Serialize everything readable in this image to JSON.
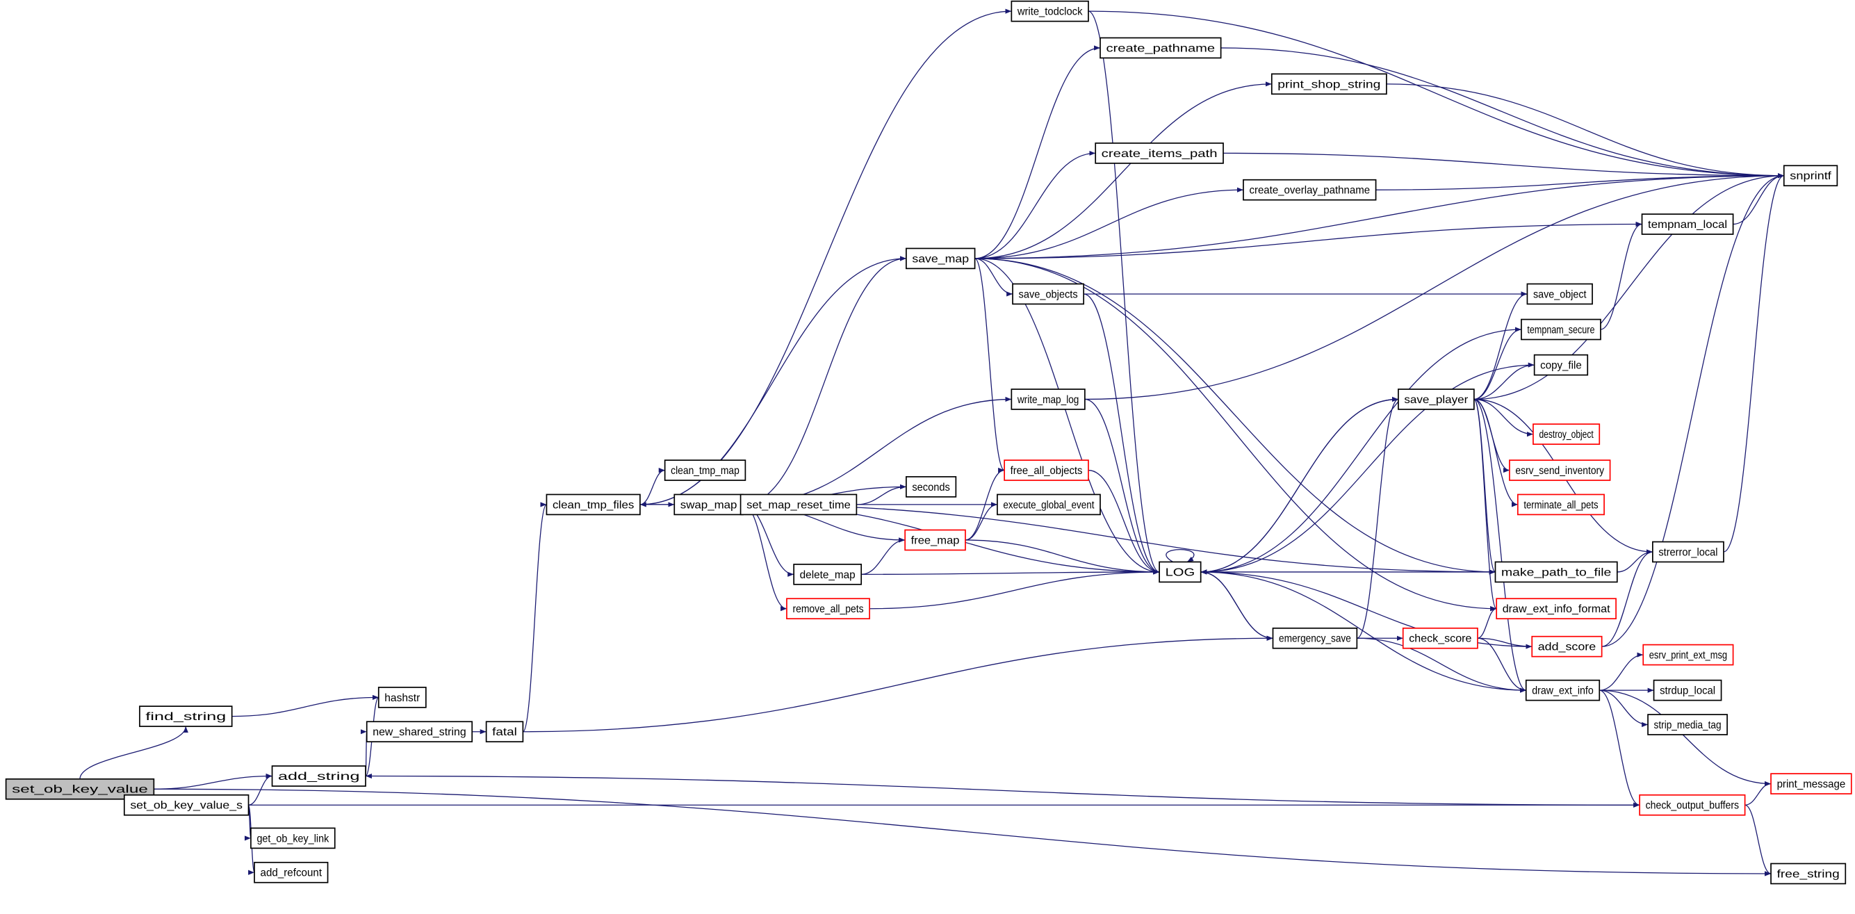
{
  "graph": {
    "title": "Call graph of set_ob_key_value",
    "colors": {
      "edge": "#191970",
      "root_fill": "#bfbfbf",
      "node_border": "#000000",
      "truncated_border": "#ff0000"
    },
    "root": "set_ob_key_value",
    "nodes": [
      {
        "id": "set_ob_key_value",
        "label": "set_ob_key_value",
        "root": true
      },
      {
        "id": "find_string",
        "label": "find_string"
      },
      {
        "id": "add_string",
        "label": "add_string"
      },
      {
        "id": "set_ob_key_value_s",
        "label": "set_ob_key_value_s"
      },
      {
        "id": "get_ob_key_link",
        "label": "get_ob_key_link"
      },
      {
        "id": "add_refcount",
        "label": "add_refcount"
      },
      {
        "id": "hashstr",
        "label": "hashstr"
      },
      {
        "id": "new_shared_string",
        "label": "new_shared_string"
      },
      {
        "id": "fatal",
        "label": "fatal"
      },
      {
        "id": "clean_tmp_files",
        "label": "clean_tmp_files"
      },
      {
        "id": "clean_tmp_map",
        "label": "clean_tmp_map"
      },
      {
        "id": "swap_map",
        "label": "swap_map"
      },
      {
        "id": "save_map",
        "label": "save_map"
      },
      {
        "id": "write_todclock",
        "label": "write_todclock"
      },
      {
        "id": "create_pathname",
        "label": "create_pathname"
      },
      {
        "id": "print_shop_string",
        "label": "print_shop_string"
      },
      {
        "id": "create_items_path",
        "label": "create_items_path"
      },
      {
        "id": "create_overlay_pathname",
        "label": "create_overlay_pathname"
      },
      {
        "id": "save_objects",
        "label": "save_objects"
      },
      {
        "id": "write_map_log",
        "label": "write_map_log"
      },
      {
        "id": "seconds",
        "label": "seconds"
      },
      {
        "id": "set_map_reset_time",
        "label": "set_map_reset_time"
      },
      {
        "id": "free_all_objects",
        "label": "free_all_objects",
        "truncated": true
      },
      {
        "id": "execute_global_event",
        "label": "execute_global_event"
      },
      {
        "id": "free_map",
        "label": "free_map",
        "truncated": true
      },
      {
        "id": "delete_map",
        "label": "delete_map"
      },
      {
        "id": "remove_all_pets",
        "label": "remove_all_pets",
        "truncated": true
      },
      {
        "id": "LOG",
        "label": "LOG"
      },
      {
        "id": "emergency_save",
        "label": "emergency_save"
      },
      {
        "id": "check_score",
        "label": "check_score",
        "truncated": true
      },
      {
        "id": "draw_ext_info",
        "label": "draw_ext_info"
      },
      {
        "id": "save_player",
        "label": "save_player"
      },
      {
        "id": "save_object",
        "label": "save_object"
      },
      {
        "id": "tempnam_secure",
        "label": "tempnam_secure"
      },
      {
        "id": "copy_file",
        "label": "copy_file"
      },
      {
        "id": "destroy_object",
        "label": "destroy_object",
        "truncated": true
      },
      {
        "id": "esrv_send_inventory",
        "label": "esrv_send_inventory",
        "truncated": true
      },
      {
        "id": "terminate_all_pets",
        "label": "terminate_all_pets",
        "truncated": true
      },
      {
        "id": "make_path_to_file",
        "label": "make_path_to_file"
      },
      {
        "id": "draw_ext_info_format",
        "label": "draw_ext_info_format",
        "truncated": true
      },
      {
        "id": "add_score",
        "label": "add_score",
        "truncated": true
      },
      {
        "id": "tempnam_local",
        "label": "tempnam_local"
      },
      {
        "id": "strerror_local",
        "label": "strerror_local"
      },
      {
        "id": "snprintf",
        "label": "snprintf"
      },
      {
        "id": "esrv_print_ext_msg",
        "label": "esrv_print_ext_msg",
        "truncated": true
      },
      {
        "id": "strdup_local",
        "label": "strdup_local"
      },
      {
        "id": "strip_media_tag",
        "label": "strip_media_tag"
      },
      {
        "id": "print_message",
        "label": "print_message",
        "truncated": true
      },
      {
        "id": "check_output_buffers",
        "label": "check_output_buffers",
        "truncated": true
      },
      {
        "id": "free_string",
        "label": "free_string"
      }
    ],
    "edges": [
      [
        "set_ob_key_value",
        "find_string"
      ],
      [
        "set_ob_key_value",
        "add_string"
      ],
      [
        "set_ob_key_value",
        "set_ob_key_value_s"
      ],
      [
        "set_ob_key_value",
        "free_string"
      ],
      [
        "find_string",
        "hashstr"
      ],
      [
        "add_string",
        "hashstr"
      ],
      [
        "add_string",
        "new_shared_string"
      ],
      [
        "new_shared_string",
        "fatal"
      ],
      [
        "fatal",
        "clean_tmp_files"
      ],
      [
        "fatal",
        "emergency_save"
      ],
      [
        "set_ob_key_value_s",
        "add_string"
      ],
      [
        "set_ob_key_value_s",
        "get_ob_key_link"
      ],
      [
        "set_ob_key_value_s",
        "add_refcount"
      ],
      [
        "set_ob_key_value_s",
        "check_output_buffers"
      ],
      [
        "clean_tmp_files",
        "clean_tmp_map"
      ],
      [
        "clean_tmp_files",
        "swap_map"
      ],
      [
        "clean_tmp_files",
        "save_map"
      ],
      [
        "clean_tmp_files",
        "write_todclock"
      ],
      [
        "swap_map",
        "clean_tmp_files"
      ],
      [
        "swap_map",
        "save_map"
      ],
      [
        "swap_map",
        "write_map_log"
      ],
      [
        "swap_map",
        "seconds"
      ],
      [
        "swap_map",
        "set_map_reset_time"
      ],
      [
        "swap_map",
        "free_map"
      ],
      [
        "swap_map",
        "delete_map"
      ],
      [
        "swap_map",
        "remove_all_pets"
      ],
      [
        "swap_map",
        "LOG"
      ],
      [
        "swap_map",
        "execute_global_event"
      ],
      [
        "swap_map",
        "make_path_to_file"
      ],
      [
        "set_map_reset_time",
        "seconds"
      ],
      [
        "save_map",
        "create_pathname"
      ],
      [
        "save_map",
        "print_shop_string"
      ],
      [
        "save_map",
        "snprintf"
      ],
      [
        "save_map",
        "create_items_path"
      ],
      [
        "save_map",
        "create_overlay_pathname"
      ],
      [
        "save_map",
        "tempnam_local"
      ],
      [
        "save_map",
        "save_objects"
      ],
      [
        "save_map",
        "free_all_objects"
      ],
      [
        "save_map",
        "LOG"
      ],
      [
        "save_map",
        "make_path_to_file"
      ],
      [
        "save_map",
        "draw_ext_info_format"
      ],
      [
        "write_todclock",
        "snprintf"
      ],
      [
        "write_todclock",
        "LOG"
      ],
      [
        "create_pathname",
        "snprintf"
      ],
      [
        "print_shop_string",
        "snprintf"
      ],
      [
        "create_items_path",
        "snprintf"
      ],
      [
        "create_overlay_pathname",
        "snprintf"
      ],
      [
        "save_objects",
        "save_object"
      ],
      [
        "save_objects",
        "LOG"
      ],
      [
        "write_map_log",
        "snprintf"
      ],
      [
        "write_map_log",
        "LOG"
      ],
      [
        "free_all_objects",
        "LOG"
      ],
      [
        "free_map",
        "free_all_objects"
      ],
      [
        "free_map",
        "execute_global_event"
      ],
      [
        "free_map",
        "LOG"
      ],
      [
        "delete_map",
        "free_map"
      ],
      [
        "delete_map",
        "LOG"
      ],
      [
        "remove_all_pets",
        "LOG"
      ],
      [
        "LOG",
        "LOG"
      ],
      [
        "LOG",
        "save_player"
      ],
      [
        "LOG",
        "emergency_save"
      ],
      [
        "emergency_save",
        "LOG"
      ],
      [
        "emergency_save",
        "save_player"
      ],
      [
        "emergency_save",
        "check_score"
      ],
      [
        "emergency_save",
        "draw_ext_info"
      ],
      [
        "save_player",
        "save_object"
      ],
      [
        "save_player",
        "tempnam_secure"
      ],
      [
        "save_player",
        "copy_file"
      ],
      [
        "save_player",
        "destroy_object"
      ],
      [
        "save_player",
        "esrv_send_inventory"
      ],
      [
        "save_player",
        "terminate_all_pets"
      ],
      [
        "save_player",
        "make_path_to_file"
      ],
      [
        "save_player",
        "draw_ext_info_format"
      ],
      [
        "save_player",
        "draw_ext_info"
      ],
      [
        "save_player",
        "strerror_local"
      ],
      [
        "save_player",
        "snprintf"
      ],
      [
        "save_player",
        "LOG"
      ],
      [
        "tempnam_secure",
        "tempnam_local"
      ],
      [
        "tempnam_secure",
        "LOG"
      ],
      [
        "tempnam_local",
        "snprintf"
      ],
      [
        "copy_file",
        "LOG"
      ],
      [
        "make_path_to_file",
        "strerror_local"
      ],
      [
        "make_path_to_file",
        "LOG"
      ],
      [
        "strerror_local",
        "snprintf"
      ],
      [
        "check_score",
        "draw_ext_info_format"
      ],
      [
        "check_score",
        "add_score"
      ],
      [
        "check_score",
        "draw_ext_info"
      ],
      [
        "add_score",
        "strerror_local"
      ],
      [
        "add_score",
        "snprintf"
      ],
      [
        "add_score",
        "LOG"
      ],
      [
        "draw_ext_info",
        "esrv_print_ext_msg"
      ],
      [
        "draw_ext_info",
        "strdup_local"
      ],
      [
        "draw_ext_info",
        "strip_media_tag"
      ],
      [
        "draw_ext_info",
        "print_message"
      ],
      [
        "draw_ext_info",
        "check_output_buffers"
      ],
      [
        "draw_ext_info",
        "LOG"
      ],
      [
        "check_output_buffers",
        "print_message"
      ],
      [
        "check_output_buffers",
        "free_string"
      ],
      [
        "check_output_buffers",
        "add_string"
      ]
    ]
  }
}
